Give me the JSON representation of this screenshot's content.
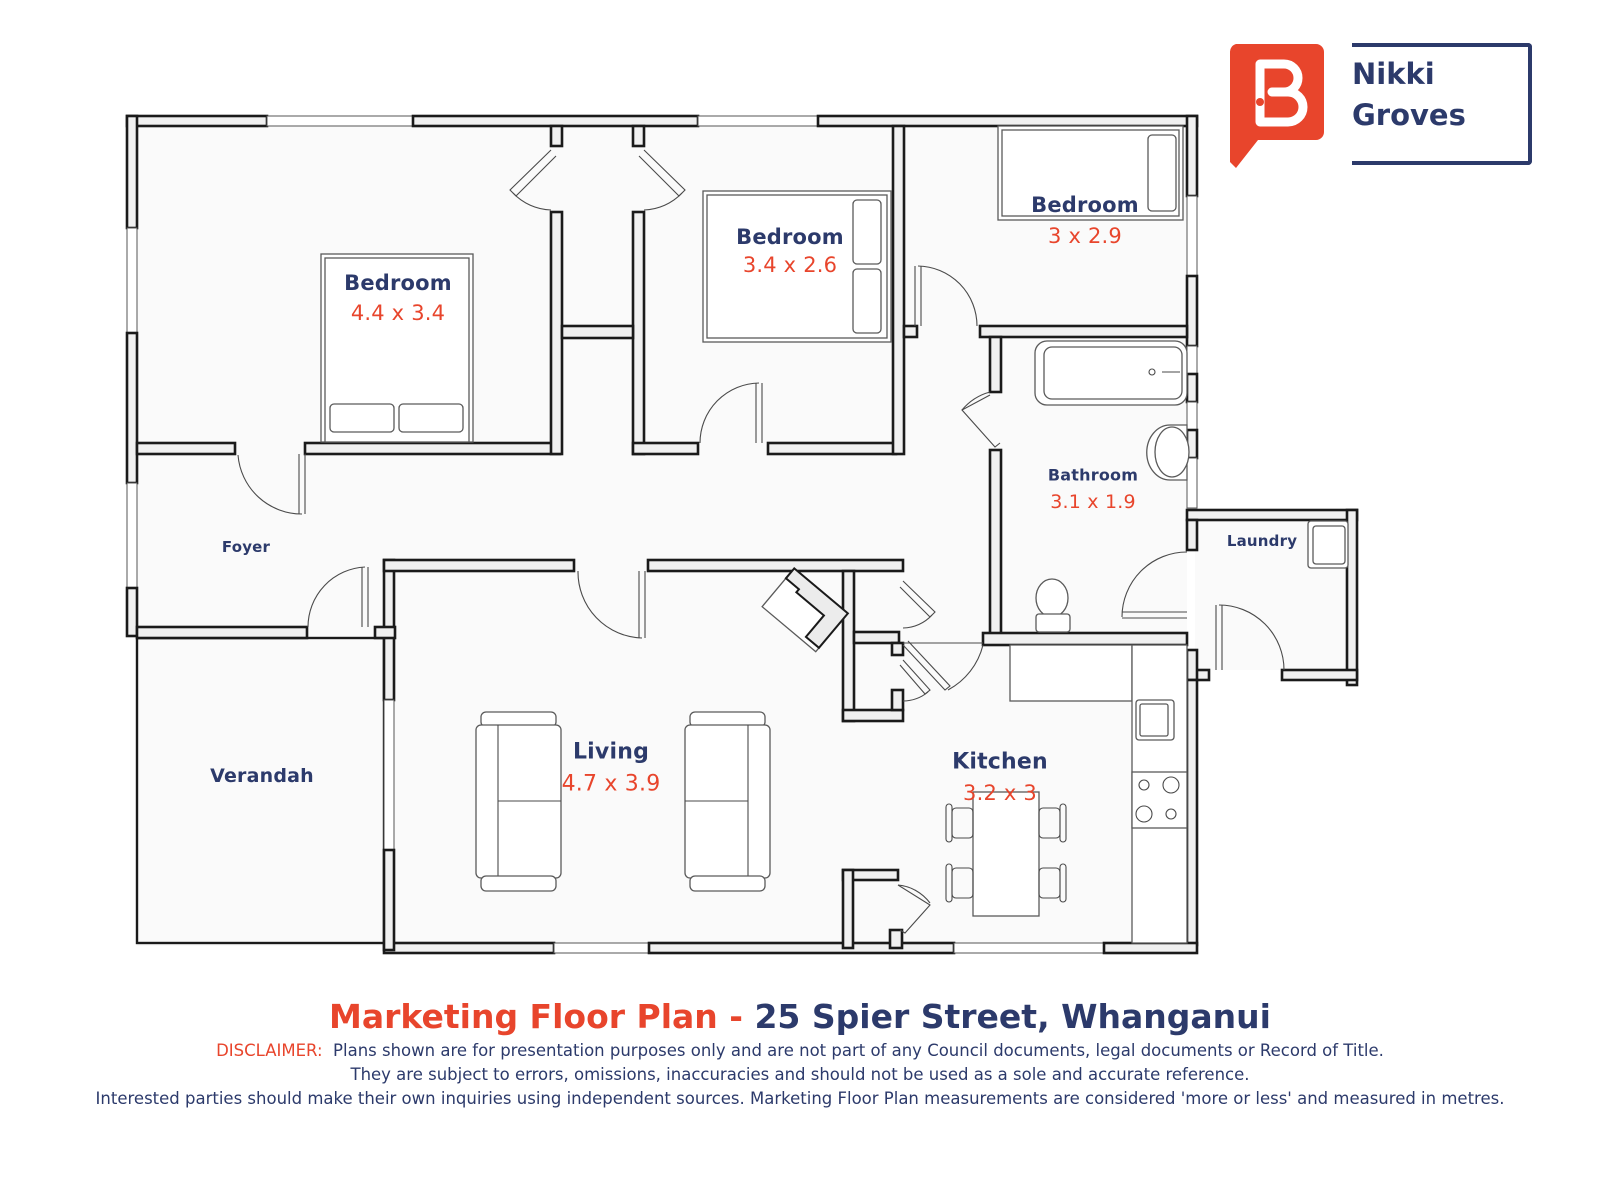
{
  "brand": {
    "logo_letter": "B",
    "logo_color": "#e8452c",
    "name_line1": "Nikki",
    "name_line2": "Groves",
    "accent_color": "#2c3a6b"
  },
  "rooms": {
    "bedroom1": {
      "name": "Bedroom",
      "dims": "4.4 x 3.4"
    },
    "bedroom2": {
      "name": "Bedroom",
      "dims": "3.4 x 2.6"
    },
    "bedroom3": {
      "name": "Bedroom",
      "dims": "3 x 2.9"
    },
    "bathroom": {
      "name": "Bathroom",
      "dims": "3.1 x 1.9"
    },
    "laundry": {
      "name": "Laundry"
    },
    "foyer": {
      "name": "Foyer"
    },
    "verandah": {
      "name": "Verandah"
    },
    "living": {
      "name": "Living",
      "dims": "4.7 x 3.9"
    },
    "kitchen": {
      "name": "Kitchen",
      "dims": "3.2 x 3"
    }
  },
  "footer": {
    "title_prefix": "Marketing Floor Plan -",
    "title_address": "25 Spier Street, Whanganui",
    "disclaimer_label": "DISCLAIMER:",
    "disclaimer_line1": "Plans shown are for presentation purposes only and are not part of any Council documents, legal documents or Record of Title.",
    "disclaimer_line2": "They are subject to errors, omissions, inaccuracies and should not be used as a sole and accurate reference.",
    "disclaimer_line3": "Interested parties should make their own inquiries using independent sources. Marketing Floor Plan measurements are considered 'more or less' and measured in metres."
  },
  "colors": {
    "dimension_text": "#e8452c",
    "room_name_text": "#2c3a6b",
    "wall_outline": "#1a1a1a",
    "wall_fill": "#f0f0f0"
  }
}
